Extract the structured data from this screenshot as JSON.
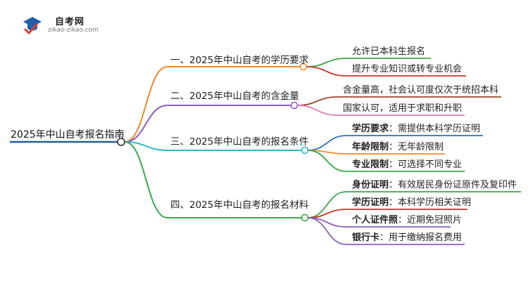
{
  "logo": {
    "name": "自考网",
    "url": "zikao-zikao.com",
    "colors": {
      "cap": "#1e5fa8",
      "check": "#e03a2f"
    }
  },
  "mindmap": {
    "root": "2025年中山自考报名指南",
    "branches": [
      {
        "label": "一、2025年中山自考的学历要求",
        "color": "#f0882a",
        "children": [
          {
            "key": "",
            "text": "允许已本科生报名",
            "color": "#3aa84a"
          },
          {
            "key": "",
            "text": "提升专业知识或转专业机会",
            "color": "#c8352d"
          }
        ]
      },
      {
        "label": "二、2025年中山自考的含金量",
        "color": "#8e5cc0",
        "children": [
          {
            "key": "",
            "text": "含金量高，社会认可度仅次于统招本科",
            "color": "#9a4a2a"
          },
          {
            "key": "",
            "text": "国家认可，适用于求职和升职",
            "color": "#e07ab8"
          }
        ]
      },
      {
        "label": "三、2025年中山自考的报名条件",
        "color": "#2fb8c8",
        "children": [
          {
            "key": "学历要求",
            "text": "：需提供本科学历证明",
            "color": "#2a6fc0"
          },
          {
            "key": "年龄限制",
            "text": "：无年龄限制",
            "color": "#f0882a"
          },
          {
            "key": "专业限制",
            "text": "：可选择不同专业",
            "color": "#3aa84a"
          }
        ]
      },
      {
        "label": "四、2025年中山自考的报名材料",
        "color": "#3aa84a",
        "children": [
          {
            "key": "身份证明",
            "text": "：有效居民身份证原件及复印件",
            "color": "#3aa84a"
          },
          {
            "key": "学历证明",
            "text": "：本科学历相关证明",
            "color": "#c8352d"
          },
          {
            "key": "个人证件照",
            "text": "：近期免冠照片",
            "color": "#8e5cc0"
          },
          {
            "key": "银行卡",
            "text": "：用于缴纳报名费用",
            "color": "#8e5cc0"
          }
        ]
      }
    ]
  }
}
